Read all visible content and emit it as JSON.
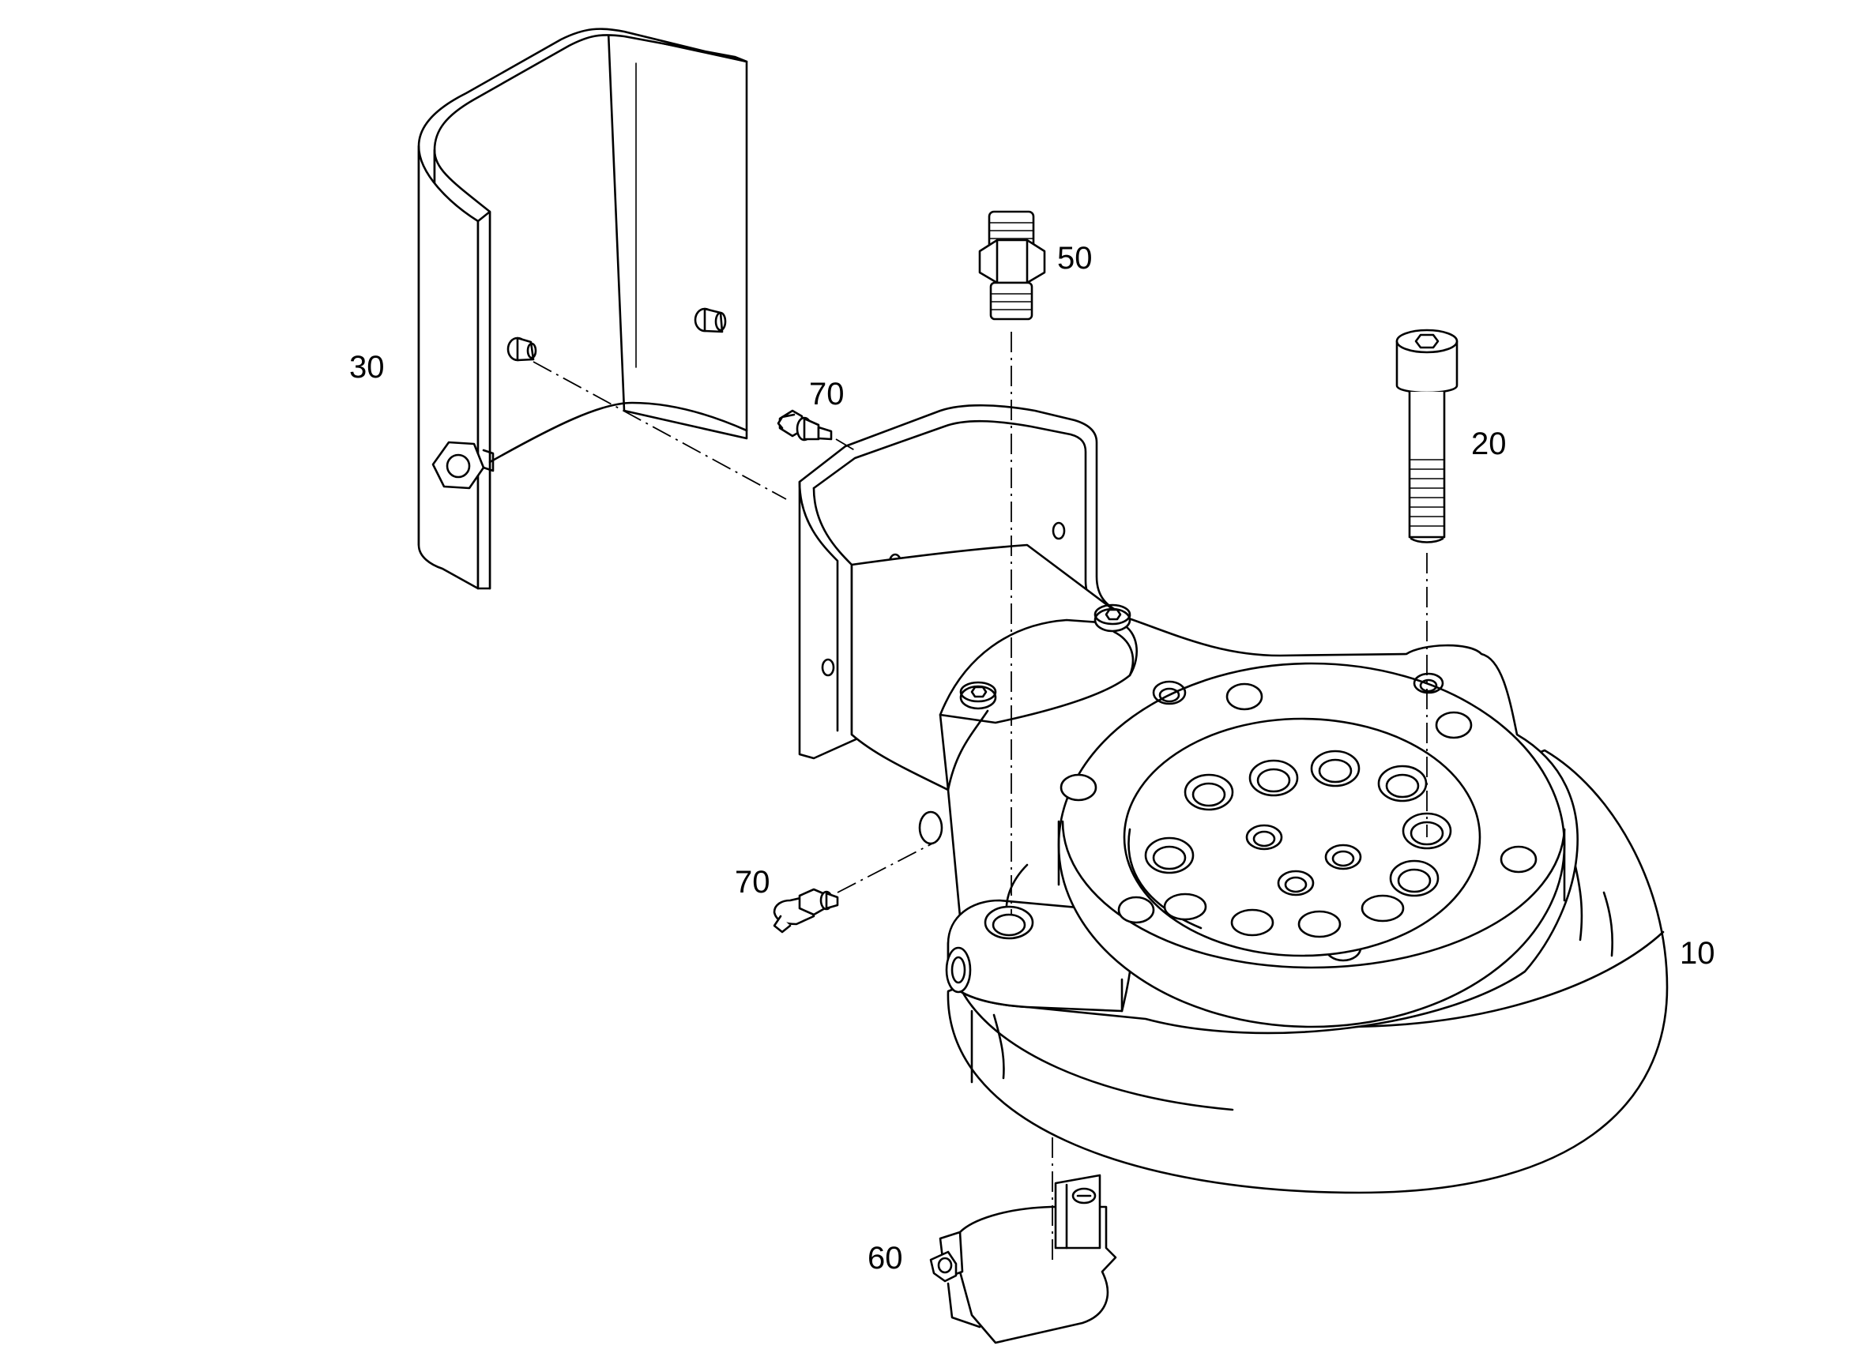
{
  "callouts": {
    "part_10": "10",
    "part_20": "20",
    "part_30": "30",
    "part_50": "50",
    "part_60": "60",
    "part_70_upper": "70",
    "part_70_lower": "70"
  }
}
